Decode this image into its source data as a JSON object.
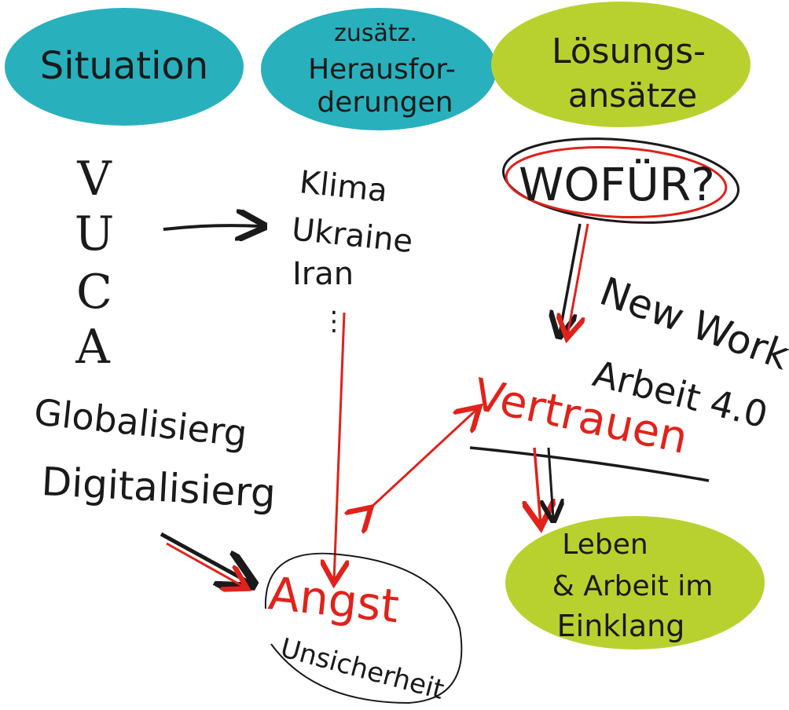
{
  "ovals": {
    "situation": {
      "text": "Situation",
      "color": "#29b0bd"
    },
    "challenges": {
      "line1": "zusätz.",
      "line2": "Herausfor-",
      "line3": "derungen",
      "color": "#29b0bd"
    },
    "solutions": {
      "line1": "Lösungs-",
      "line2": "ansätze",
      "color": "#b9d12f"
    },
    "outcome": {
      "line1": "Leben",
      "line2": "& Arbeit im",
      "line3": "Einklang",
      "color": "#b9d12f"
    }
  },
  "vuca": [
    "V",
    "U",
    "C",
    "A"
  ],
  "situation_items": [
    "Globalisierg",
    "Digitalisierg"
  ],
  "challenge_items": [
    "Klima",
    "Ukraine",
    "Iran",
    "⋮"
  ],
  "question": "WOFÜR?",
  "solution_items": [
    "New Work",
    "Arbeit 4.0"
  ],
  "trust": "Vertrauen",
  "fear": {
    "word": "Angst",
    "sub": "Unsicherheit"
  },
  "colors": {
    "ink": "#1a1a1a",
    "red": "#e0221b",
    "teal": "#29b0bd",
    "green": "#b9d12f"
  }
}
